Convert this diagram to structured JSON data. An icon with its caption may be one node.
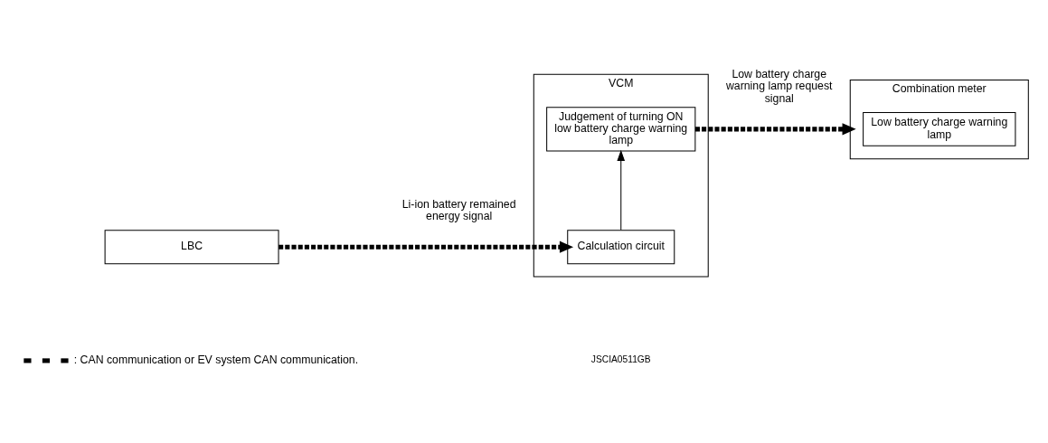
{
  "diagram": {
    "nodes": [
      {
        "text": [
          "LBC"
        ]
      },
      {
        "text": [
          "VCM"
        ]
      },
      {
        "text": [
          "Calculation circuit"
        ],
        "in": 1
      },
      {
        "text": [
          "Judgement of turning ON low battery charge warning lamp"
        ],
        "in": 1
      },
      {
        "text": [
          "Combination meter"
        ]
      },
      {
        "text": [
          "Low battery charge warning lamp"
        ],
        "in": 4
      }
    ],
    "edges": [
      {
        "from": 0,
        "to": 2,
        "arrow": "to",
        "label": "Li-ion battery remained energy signal",
        "style": "dashed"
      },
      {
        "from": 2,
        "to": 3,
        "arrow": "to"
      },
      {
        "from": 3,
        "to": 4,
        "arrow": "to",
        "label": "Low battery charge warning lamp request signal",
        "style": "dashed"
      }
    ],
    "labels": [
      "JSCIA0511GB"
    ],
    "legend": [
      {
        "text": ": CAN communication or EV system CAN communication."
      }
    ]
  }
}
